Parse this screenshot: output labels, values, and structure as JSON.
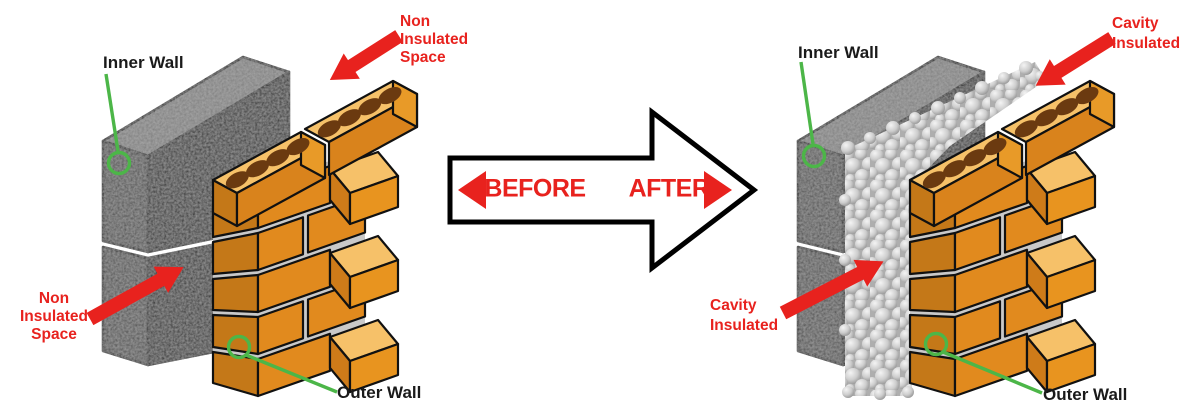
{
  "title": "Cavity wall insulation before and after diagram",
  "colors": {
    "red": "#e8221e",
    "green": "#4cb648",
    "black_text": "#1a1a1a",
    "brick_front": "#e18a1e",
    "brick_end": "#c47818",
    "brick_top": "#f6c169",
    "brick_hole": "#6b3a10",
    "mortar": "#c9c9c9",
    "slab_front": "#262626",
    "slab_side": "#4e4e4e",
    "slab_top": "#7d7d7d",
    "bead_gray": "#c9c9c9"
  },
  "center_arrow": {
    "before": "BEFORE",
    "after": "AFTER"
  },
  "left": {
    "inner_wall": "Inner Wall",
    "outer_wall": "Outer Wall",
    "top_callout": {
      "lines": [
        "Non",
        "Insulated",
        "Space"
      ]
    },
    "bottom_callout": {
      "lines": [
        "Non",
        "Insulated",
        "Space"
      ]
    }
  },
  "right": {
    "inner_wall": "Inner Wall",
    "outer_wall": "Outer Wall",
    "top_callout": {
      "lines": [
        "Cavity",
        "Insulated"
      ]
    },
    "bottom_callout": {
      "lines": [
        "Cavity",
        "Insulated"
      ]
    }
  }
}
